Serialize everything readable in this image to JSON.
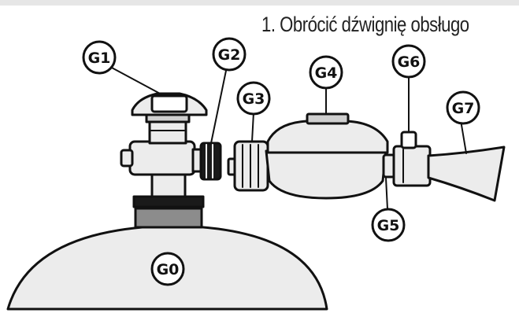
{
  "instruction": {
    "number": "1.",
    "text": "Obrócić dźwignię obsługo"
  },
  "labels": {
    "g0": "G0",
    "g1": "G1",
    "g2": "G2",
    "g3": "G3",
    "g4": "G4",
    "g5": "G5",
    "g6": "G6",
    "g7": "G7"
  },
  "colors": {
    "line": "#111111",
    "fill_light": "#ececec",
    "fill_mid": "#cfcfcf",
    "fill_dark": "#8c8c8c",
    "fill_black": "#1a1a1a"
  }
}
